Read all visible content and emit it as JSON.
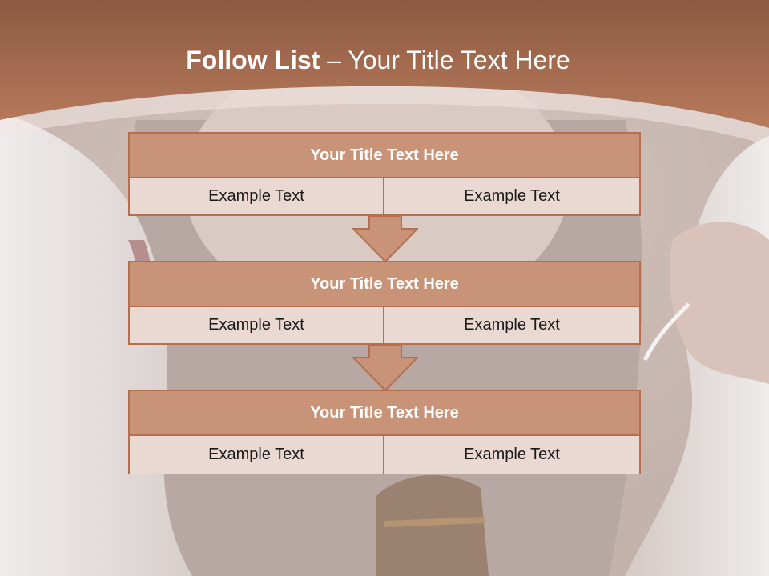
{
  "slide": {
    "title_bold": "Follow List",
    "title_rest": " – Your Title Text Here"
  },
  "rows": [
    {
      "title": "Your Title Text Here",
      "left": "Example Text",
      "right": "Example Text"
    },
    {
      "title": "Your Title Text Here",
      "left": "Example Text",
      "right": "Example Text"
    },
    {
      "title": "Your Title Text Here",
      "left": "Example Text",
      "right": "Example Text"
    }
  ],
  "colors": {
    "header_band": "#a8694a",
    "row_header": "#c99377",
    "row_cell": "#ead9d3",
    "border": "#b36f4e",
    "arrow_fill": "#c99377"
  }
}
